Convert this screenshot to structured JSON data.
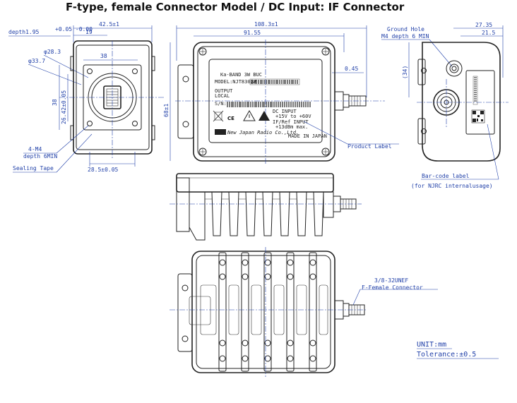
{
  "title": "F-type, female Connector Model / DC Input: IF Connector",
  "front_view": {
    "dim_top": "42.5±1",
    "dim_19": "19",
    "depth_195": "depth1.95",
    "depth_tol": "+0.05 -0.00",
    "dia_283": "φ28.3",
    "dia_337": "φ33.7",
    "dim_38h": "38",
    "dim_38v": "38",
    "dim_2642": "26.42±0.05",
    "dim_285": "28.5±0.05",
    "m4_label": "4-M4",
    "m4_depth": "depth 6MIN",
    "sealing_tape": "Sealing Tape"
  },
  "top_view": {
    "dim_1083": "108.3±1",
    "dim_9155": "91.55",
    "dim_68": "68±1",
    "dim_045": "0.45",
    "product_label": "Product Label"
  },
  "label_plate": {
    "line1": "Ka-BAND 3W BUC",
    "line2": "MODEL:NJT8302#",
    "line3": "OUTPUT",
    "line4": "LOCAL",
    "line5": "S/N:",
    "dc_input": "DC INPUT",
    "dc_range": "+15V to +60V",
    "if_input": "IF/Ref INPUT",
    "if_level": "+13dBm max.",
    "maker": "New Japan Radio Co.,Ltd.",
    "made_in": "MADE IN JAPAN",
    "ce": "CE"
  },
  "side_view": {
    "ground_hole": "Ground Hole",
    "ground_depth": "M4 depth 6 MIN",
    "dim_2735": "27.35",
    "dim_215": "21.5",
    "dim_34": "(34)",
    "barcode_label": "Bar-code label",
    "barcode_note": "(for NJRC internalusage)"
  },
  "bottom_view": {
    "connector_spec": "3/8-32UNEF",
    "connector_type": "F-Female Connector"
  },
  "unit": "UNIT:mm",
  "tolerance": "Tolerance:±0.5",
  "colors": {
    "dimension": "#1f3fa8",
    "outline": "#222222"
  }
}
